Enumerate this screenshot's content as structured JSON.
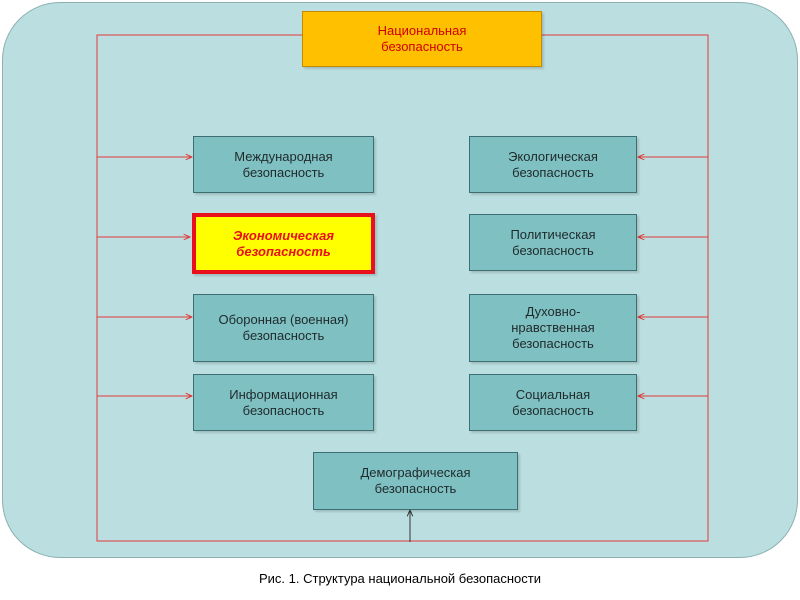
{
  "diagram": {
    "root": {
      "label": "Национальная\nбезопасность"
    },
    "left": [
      {
        "label": "Международная\nбезопасность"
      },
      {
        "label": "Экономическая\nбезопасность"
      },
      {
        "label": "Оборонная (военная)\nбезопасность"
      },
      {
        "label": "Информационная\nбезопасность"
      }
    ],
    "right": [
      {
        "label": "Экологическая\nбезопасность"
      },
      {
        "label": "Политическая\nбезопасность"
      },
      {
        "label": "Духовно-\nнравственная\nбезопасность"
      },
      {
        "label": "Социальная\nбезопасность"
      }
    ],
    "bottom": {
      "label": "Демографическая\nбезопасность"
    },
    "line_color": "#e03a3a",
    "highlight_color": "#e8101c"
  },
  "caption": "Рис. 1. Структура национальной безопасности"
}
